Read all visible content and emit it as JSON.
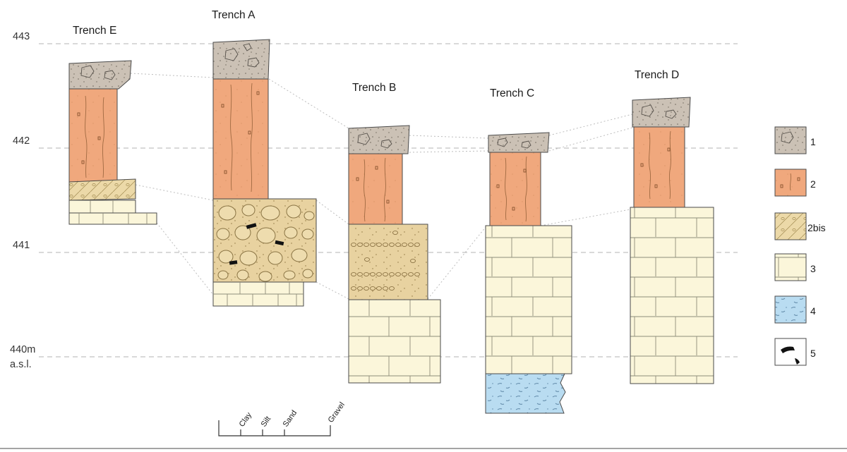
{
  "figure": {
    "type": "stratigraphic-correlation-diagram",
    "elevation_labels": [
      "443",
      "442",
      "441",
      "440m",
      "a.s.l."
    ],
    "trenches": [
      {
        "name": "Trench E",
        "units": [
          "1",
          "2",
          "2bis",
          "3"
        ]
      },
      {
        "name": "Trench A",
        "units": [
          "1",
          "2",
          "2bis",
          "3"
        ]
      },
      {
        "name": "Trench B",
        "units": [
          "1",
          "2",
          "2bis",
          "3"
        ]
      },
      {
        "name": "Trench C",
        "units": [
          "1",
          "2",
          "3",
          "4"
        ]
      },
      {
        "name": "Trench D",
        "units": [
          "1",
          "2",
          "3"
        ]
      }
    ],
    "legend": {
      "items": [
        {
          "label": "1",
          "unit": "stony-silt-cap"
        },
        {
          "label": "2",
          "unit": "orange-silt"
        },
        {
          "label": "2bis",
          "unit": "gravelly-sand"
        },
        {
          "label": "3",
          "unit": "limestone-blocks"
        },
        {
          "label": "4",
          "unit": "blue-silt"
        },
        {
          "label": "5",
          "unit": "black-clasts"
        }
      ]
    },
    "grain_scale": {
      "labels": [
        "Clay",
        "Silt",
        "Sand",
        "Gravel"
      ]
    },
    "colors": {
      "unit1": "#cbc1b5",
      "unit2": "#f0a87d",
      "unit2bis": "#ecd9a8",
      "unit3": "#fbf6da",
      "unit4": "#b9dcf1",
      "unit5": "#121212"
    }
  }
}
